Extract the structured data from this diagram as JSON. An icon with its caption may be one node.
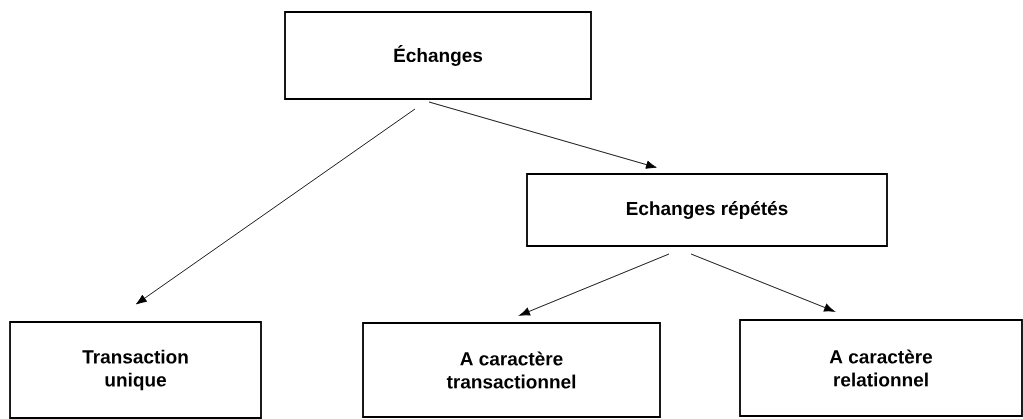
{
  "diagram": {
    "nodes": [
      {
        "text": [
          "Échanges"
        ]
      },
      {
        "text": [
          "Echanges répétés"
        ]
      },
      {
        "text": [
          "Transaction unique"
        ]
      },
      {
        "text": [
          "A caractère transactionnel"
        ]
      },
      {
        "text": [
          "A caractère relationnel"
        ]
      }
    ],
    "edges": [
      {
        "from": 0,
        "to": 2,
        "arrow": "to"
      },
      {
        "from": 0,
        "to": 1,
        "arrow": "to"
      },
      {
        "from": 1,
        "to": 3,
        "arrow": "to"
      },
      {
        "from": 1,
        "to": 4,
        "arrow": "to"
      }
    ]
  }
}
